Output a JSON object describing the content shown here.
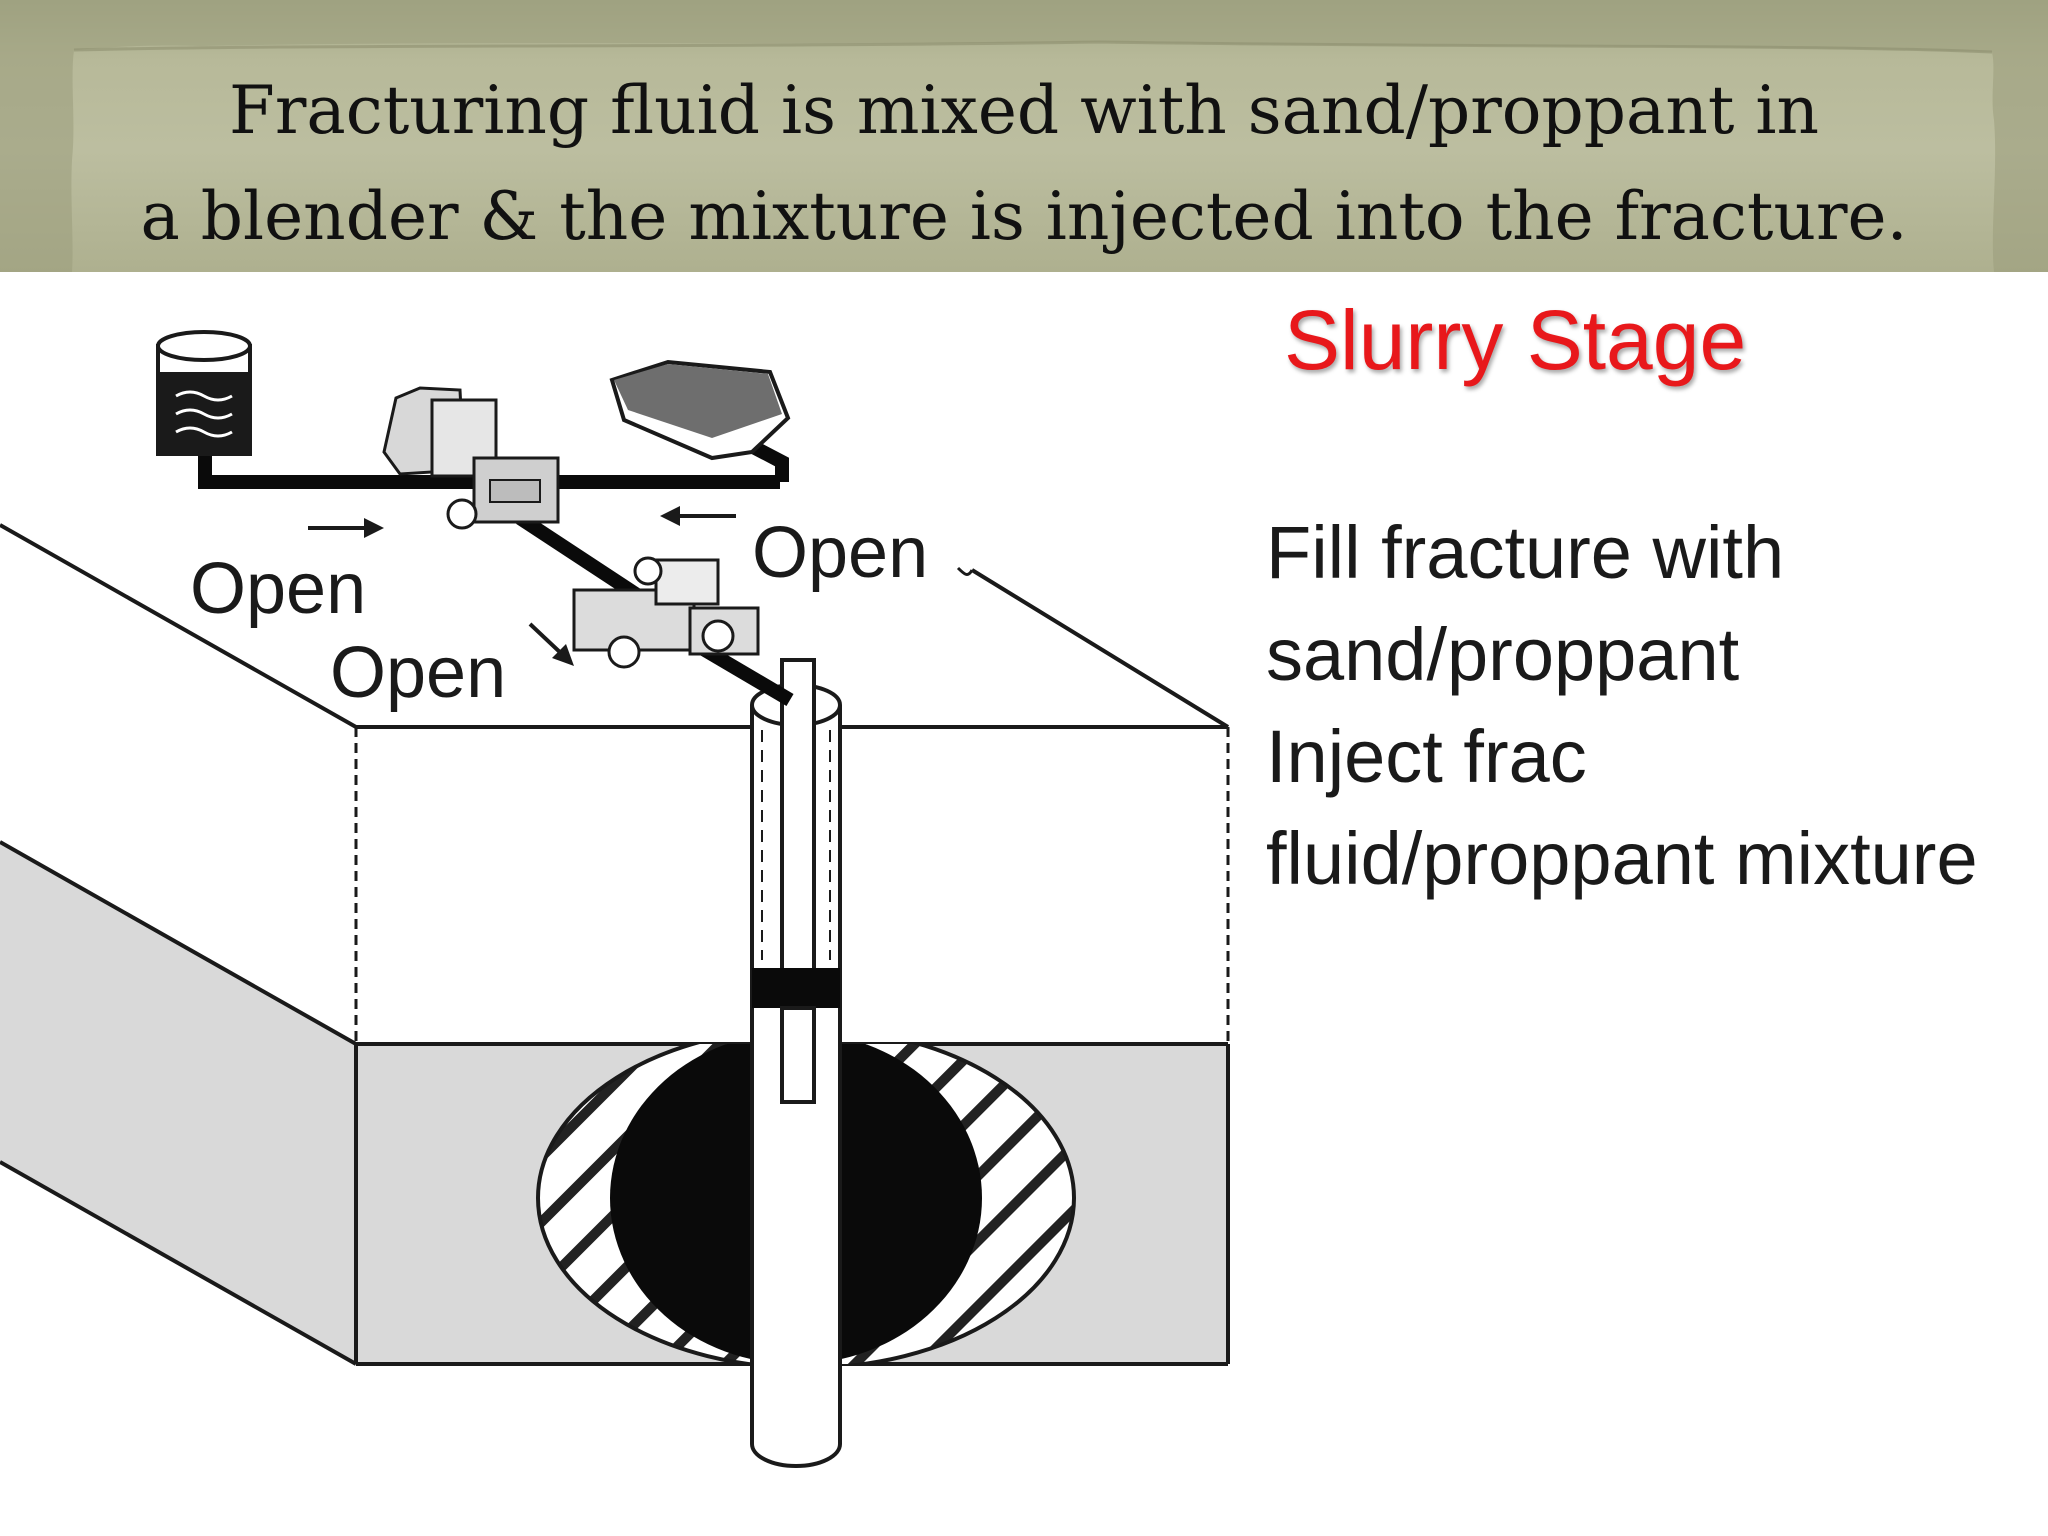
{
  "header": {
    "line1": "Fracturing fluid is mixed with sand/proppant in",
    "line2": "a blender & the mixture is injected into the fracture."
  },
  "title": "Slurry Stage",
  "description": {
    "line1": "Fill fracture with",
    "line2": "sand/proppant",
    "line3": "Inject frac",
    "line4": "fluid/proppant mixture"
  },
  "labels": {
    "open_left": "Open",
    "open_right": "Open",
    "open_bottom": "Open"
  },
  "colors": {
    "title": "#e8181b",
    "banner": "#b7b999",
    "formation": "#d9d9d9"
  }
}
